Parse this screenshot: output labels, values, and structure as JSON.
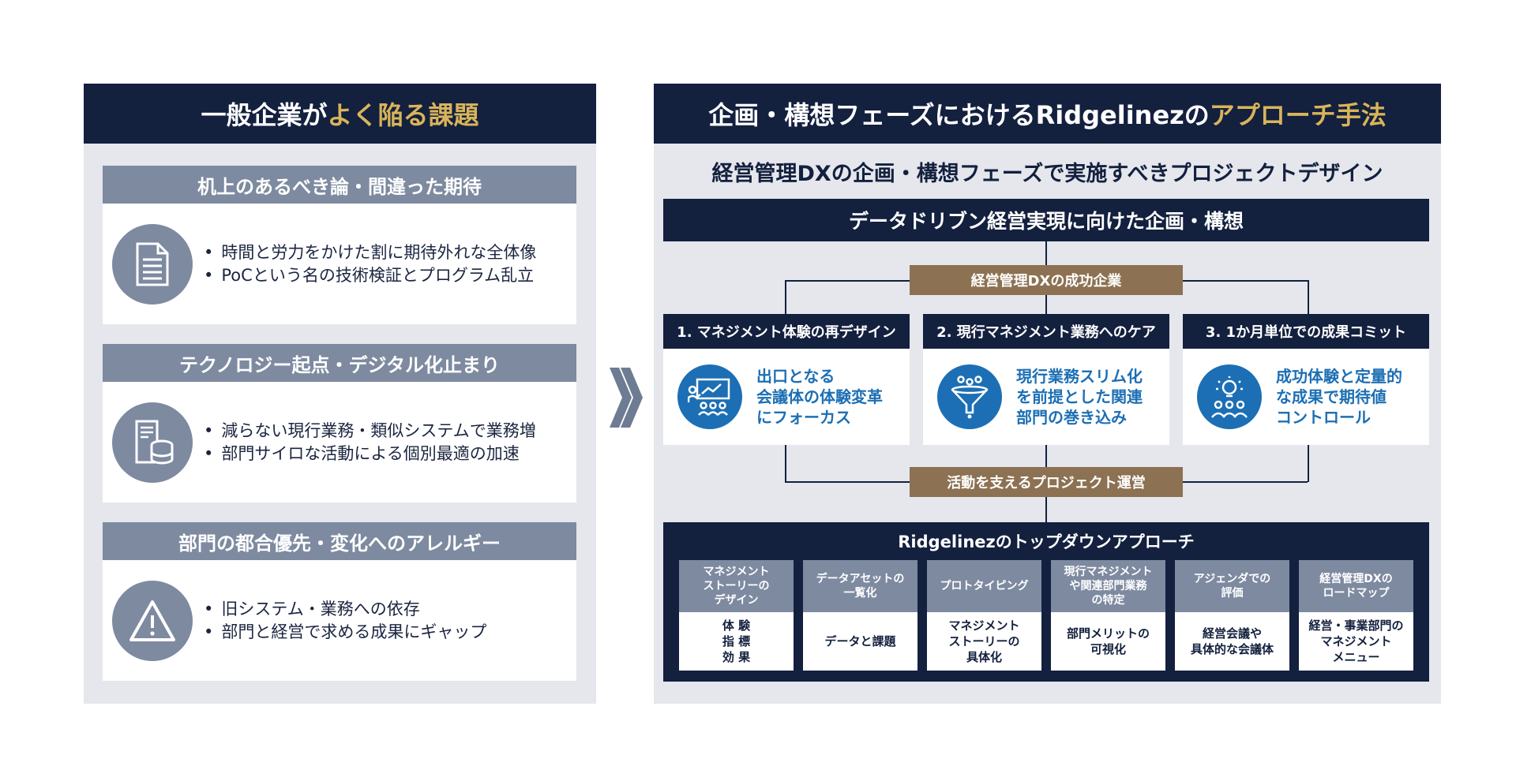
{
  "left": {
    "title_main": "一般企業が",
    "title_accent": "よく陥る課題",
    "issues": [
      {
        "heading": "机上のあるべき論・間違った期待",
        "icon": "document-icon",
        "points": [
          "時間と労力をかけた割に期待外れな全体像",
          "PoCという名の技術検証とプログラム乱立"
        ]
      },
      {
        "heading": "テクノロジー起点・デジタル化止まり",
        "icon": "server-database-icon",
        "points": [
          "減らない現行業務・類似システムで業務増",
          "部門サイロな活動による個別最適の加速"
        ]
      },
      {
        "heading": "部門の都合優先・変化へのアレルギー",
        "icon": "warning-icon",
        "points": [
          "旧システム・業務への依存",
          "部門と経営で求める成果にギャップ"
        ]
      }
    ]
  },
  "right": {
    "title_main": "企画・構想フェーズにおけるRidgelinezの",
    "title_accent": "アプローチ手法",
    "subtitle": "経営管理DXの企画・構想フェーズで実施すべきプロジェクトデザイン",
    "top_bar": "データドリブン経営実現に向けた企画・構想",
    "success_label": "経営管理DXの成功企業",
    "support_label": "活動を支えるプロジェクト運営",
    "pillars": [
      {
        "title": "1. マネジメント体験の再デザイン",
        "icon": "presentation-meeting-icon",
        "text": "出口となる\n会議体の体験変革\nにフォーカス"
      },
      {
        "title": "2. 現行マネジメント業務へのケア",
        "icon": "funnel-icon",
        "text": "現行業務スリム化\nを前提とした関連\n部門の巻き込み"
      },
      {
        "title": "3. 1か月単位での成果コミット",
        "icon": "lightbulb-team-icon",
        "text": "成功体験と定量的\nな成果で期待値\nコントロール"
      }
    ],
    "approach_title": "Ridgelinezのトップダウンアプローチ",
    "steps": [
      {
        "head": "マネジメント\nストーリーの\nデザイン",
        "body": "体 験\n指 標\n効 果"
      },
      {
        "head": "データアセットの\n一覧化",
        "body": "データと課題"
      },
      {
        "head": "プロトタイピング",
        "body": "マネジメント\nストーリーの\n具体化"
      },
      {
        "head": "現行マネジメント\nや関連部門業務\nの特定",
        "body": "部門メリットの\n可視化"
      },
      {
        "head": "アジェンダでの\n評価",
        "body": "経営会議や\n具体的な会議体"
      },
      {
        "head": "経営管理DXの\nロードマップ",
        "body": "経営・事業部門の\nマネジメント\nメニュー"
      }
    ]
  },
  "colors": {
    "navy": "#13203e",
    "gold": "#d9b45a",
    "slate": "#7d8aa0",
    "blue": "#1c6fb4",
    "tan": "#8c7152",
    "panel": "#e5e7ed"
  }
}
